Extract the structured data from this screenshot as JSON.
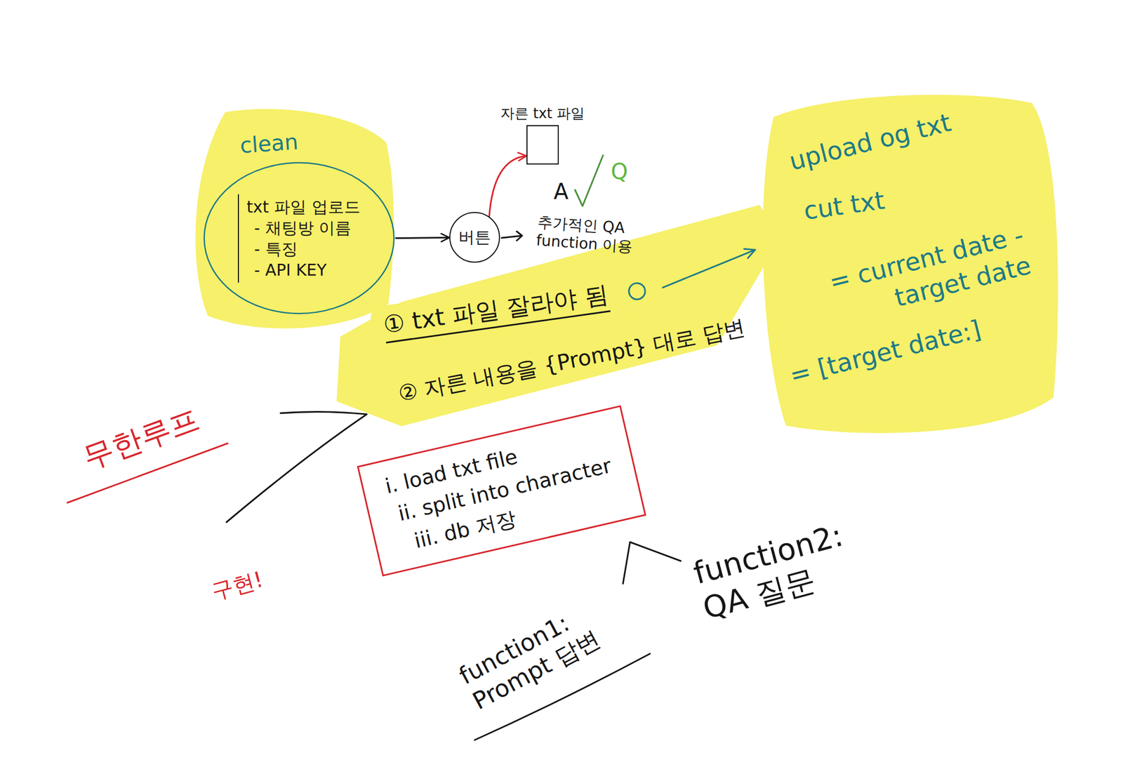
{
  "diagram": {
    "nodes": [
      {
        "text": [
          "clean"
        ]
      },
      {
        "text": [
          "txt 파일 업로드",
          "- 채팅방 이름",
          "- 특징",
          "- API KEY"
        ],
        "in": 0
      },
      {
        "text": [
          "버튼"
        ]
      },
      {
        "text": [
          "자른 txt 파일"
        ]
      },
      {
        "text": [
          "① txt 파일 잘라야 됨"
        ]
      },
      {
        "text": [
          "upload og txt",
          "cut txt",
          "= current date - target date",
          "= [target date:]"
        ]
      },
      {
        "text": [
          "i. load txt file",
          "ii. split into character",
          "iii. db 저장"
        ]
      }
    ],
    "edges": [
      {
        "from": 1,
        "to": 2,
        "arrow": "to"
      },
      {
        "from": 2,
        "to": 3,
        "arrow": "to"
      },
      {
        "from": 4,
        "to": 5,
        "arrow": "to"
      }
    ],
    "labels": [
      "A",
      "Q",
      "추가적인 QA function 이용",
      "② 자른 내용을 {Prompt} 대로 답변",
      "무한루프",
      "구현!",
      "function1: Prompt 답변",
      "function2: QA 질문"
    ]
  }
}
